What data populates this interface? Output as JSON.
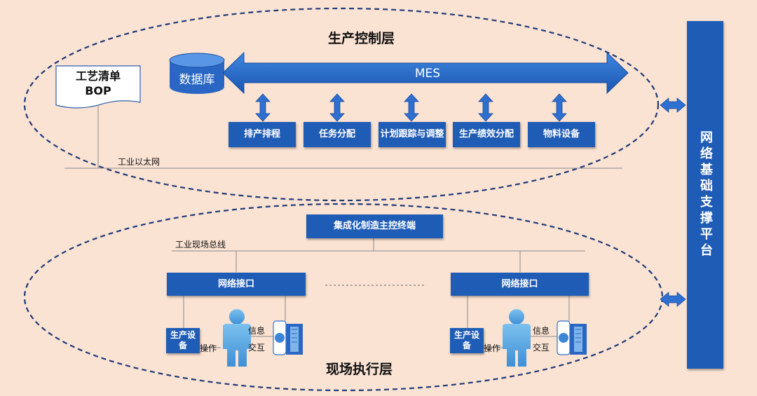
{
  "titles": {
    "top": "生产控制层",
    "bottom": "现场执行层"
  },
  "bop": {
    "line1": "工艺清单",
    "line2": "BOP"
  },
  "database": "数据库",
  "mes": "MES",
  "modules": [
    "排产排程",
    "任务分配",
    "计划跟踪与调整",
    "生产绩效分配",
    "物料设备"
  ],
  "ethernet": "工业以太网",
  "platform": "网络基础支撑平台",
  "terminal": "集成化制造主控终端",
  "fieldbus": "工业现场总线",
  "units": [
    {
      "interface": "网络接口",
      "device": "生产设备",
      "operate": "操作",
      "info": "信息",
      "interact": "交互"
    },
    {
      "interface": "网络接口",
      "device": "生产设备",
      "operate": "操作",
      "info": "信息",
      "interact": "交互"
    }
  ],
  "colors": {
    "background": "#fbe3d3",
    "box": "#1f5cb5",
    "arrow": "#2f6fd0",
    "person": "#5aa8e0"
  }
}
